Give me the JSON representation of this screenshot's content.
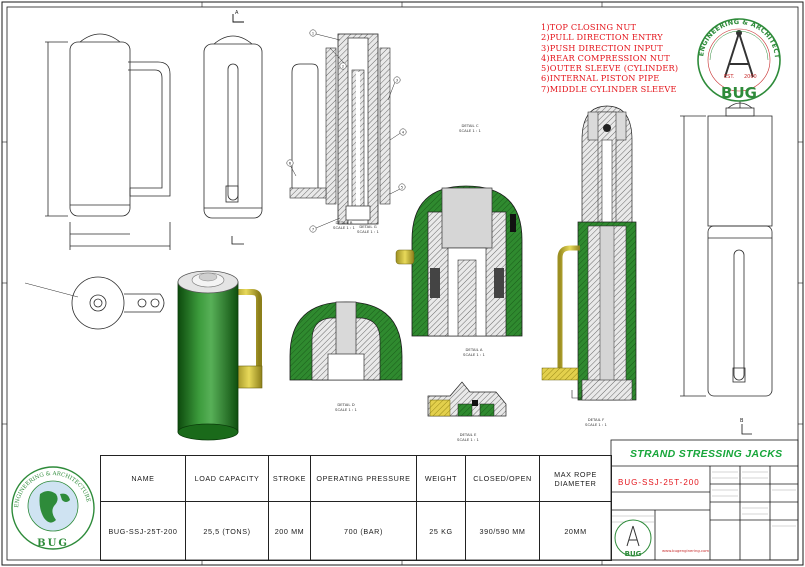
{
  "legend": {
    "items": [
      "1)TOP CLOSING NUT",
      "2)PULL DIRECTION ENTRY",
      "3)PUSH DIRECTION INPUT",
      "4)REAR COMPRESSION NUT",
      "5)OUTER SLEEVE (CYLINDER)",
      "6)INTERNAL PISTON PIPE",
      "7)MIDDLE CYLINDER SLEEVE"
    ]
  },
  "logo": {
    "arc_text": "ENGINEERING & ARCHITECTURE",
    "est": "EST.",
    "year": "2000",
    "brand": "BUG"
  },
  "section_labels": {
    "c": [
      "DETAIL C",
      "SCALE 1 : 1"
    ],
    "b": [
      "DETAIL B",
      "SCALE 1 : 1"
    ],
    "a": [
      "DETAIL A",
      "SCALE 1 : 1"
    ],
    "d": [
      "DETAIL D",
      "SCALE 1 : 1"
    ],
    "e": [
      "DETAIL E",
      "SCALE 1 : 1"
    ],
    "f": [
      "DETAIL F",
      "SCALE 1 : 1"
    ],
    "g": [
      "DETAIL G",
      "SCALE 1 : 1"
    ]
  },
  "balloons": [
    "1",
    "2",
    "3",
    "4",
    "5",
    "6",
    "7"
  ],
  "section_marks": {
    "a": "A",
    "b": "B"
  },
  "title_block": {
    "title": "STRAND STRESSING JACKS",
    "code": "BUG-SSJ-25T-200",
    "website": "www.bugenginering.com"
  },
  "spec_table": {
    "headers": [
      "NAME",
      "LOAD CAPACITY",
      "STROKE",
      "OPERATING PRESSURE",
      "WEIGHT",
      "CLOSED/OPEN",
      "MAX ROPE DIAMETER"
    ],
    "row": [
      "BUG-SSJ-25T-200",
      "25,5 (TONS)",
      "200 MM",
      "700 (BAR)",
      "25 KG",
      "390/590 MM",
      "20MM"
    ]
  },
  "colors": {
    "border": "#1a1a1a",
    "red_text": "#e4141b",
    "green_title": "#17a63a",
    "jack_green": "#1f7a1f",
    "handle_yellow": "#d8c94a",
    "hatch": "#555555",
    "logo_red": "#c62828",
    "logo_green": "#2e8b3a"
  }
}
